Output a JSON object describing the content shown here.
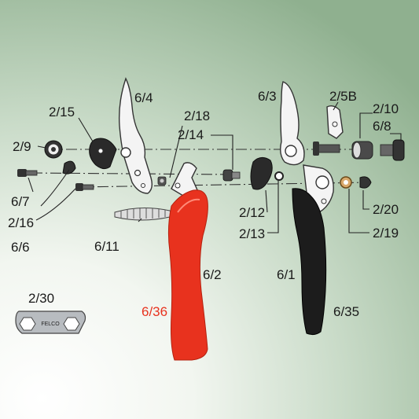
{
  "labels": {
    "p_6_4": "6/4",
    "p_2_15": "2/15",
    "p_2_18": "2/18",
    "p_2_9": "2/9",
    "p_2_14": "2/14",
    "p_6_7": "6/7",
    "p_2_16": "2/16",
    "p_6_6": "6/6",
    "p_6_11": "6/11",
    "p_6_2": "6/2",
    "p_6_36": "6/36",
    "p_6_3": "6/3",
    "p_2_5b": "2/5B",
    "p_2_10": "2/10",
    "p_6_8": "6/8",
    "p_2_12": "2/12",
    "p_2_13": "2/13",
    "p_2_20": "2/20",
    "p_2_19": "2/19",
    "p_6_1": "6/1",
    "p_6_35": "6/35",
    "p_2_30": "2/30"
  },
  "tool_logo_text": "FELCO",
  "colors": {
    "red_handle": "#e8321e",
    "black_handle": "#1c1c1c",
    "highlight_label": "#e8321e",
    "background_light": "#ffffff",
    "background_dark": "#8fb08f"
  }
}
